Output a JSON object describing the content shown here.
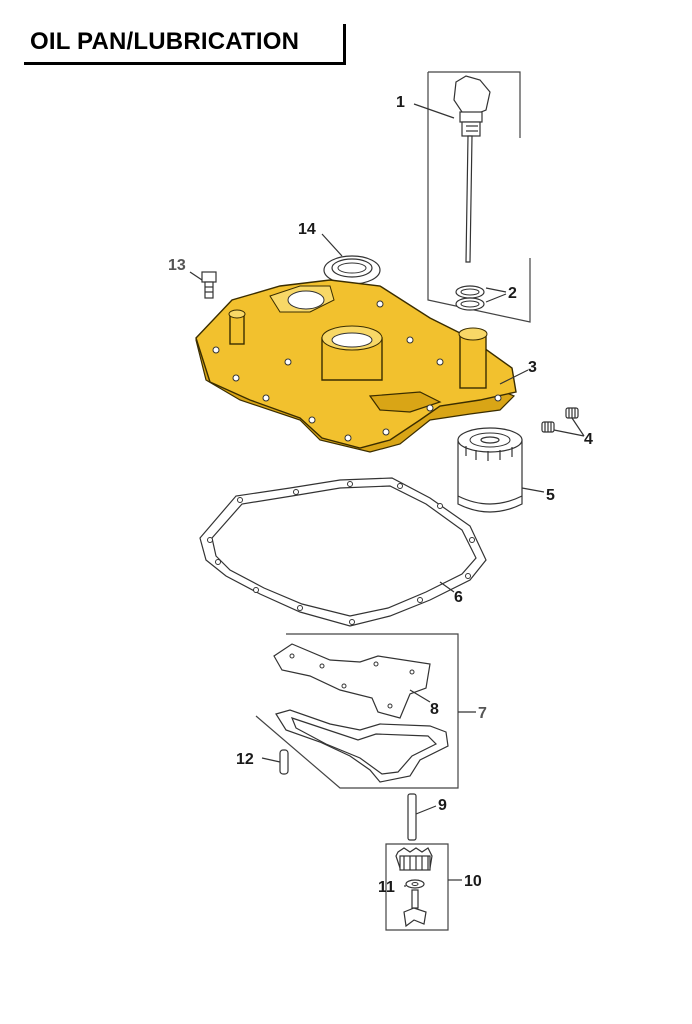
{
  "title": "OIL PAN/LUBRICATION",
  "callouts": {
    "c1": "1",
    "c2": "2",
    "c3": "3",
    "c4": "4",
    "c5": "5",
    "c6": "6",
    "c7": "7",
    "c8": "8",
    "c9": "9",
    "c10": "10",
    "c11": "11",
    "c12": "12",
    "c13": "13",
    "c14": "14"
  },
  "colors": {
    "accent": "#f2c12e",
    "line": "#333333",
    "background": "#ffffff"
  }
}
